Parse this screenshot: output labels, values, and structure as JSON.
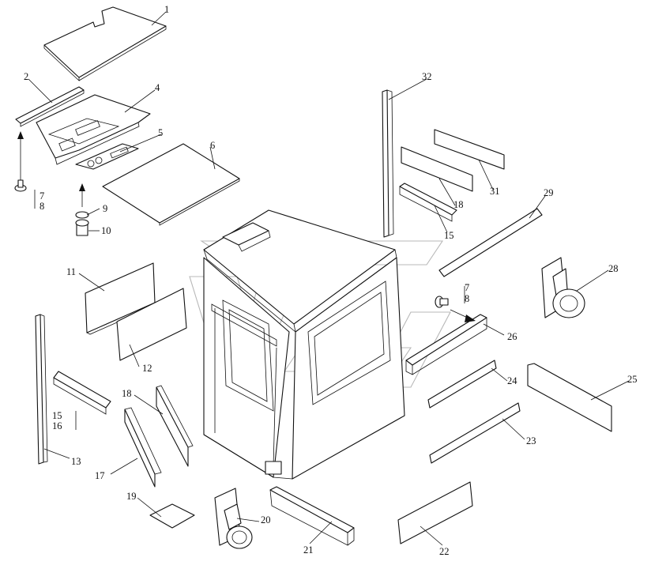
{
  "diagram": {
    "callouts": [
      {
        "id": "c1",
        "text": "1"
      },
      {
        "id": "c2",
        "text": "2"
      },
      {
        "id": "c4",
        "text": "4"
      },
      {
        "id": "c5",
        "text": "5"
      },
      {
        "id": "c6",
        "text": "6"
      },
      {
        "id": "c7a",
        "text": "7"
      },
      {
        "id": "c8a",
        "text": "8"
      },
      {
        "id": "c9",
        "text": "9"
      },
      {
        "id": "c10",
        "text": "10"
      },
      {
        "id": "c11",
        "text": "11"
      },
      {
        "id": "c12",
        "text": "12"
      },
      {
        "id": "c13",
        "text": "13"
      },
      {
        "id": "c15a",
        "text": "15"
      },
      {
        "id": "c16",
        "text": "16"
      },
      {
        "id": "c17",
        "text": "17"
      },
      {
        "id": "c18a",
        "text": "18"
      },
      {
        "id": "c19",
        "text": "19"
      },
      {
        "id": "c20",
        "text": "20"
      },
      {
        "id": "c21",
        "text": "21"
      },
      {
        "id": "c22",
        "text": "22"
      },
      {
        "id": "c23",
        "text": "23"
      },
      {
        "id": "c24",
        "text": "24"
      },
      {
        "id": "c25",
        "text": "25"
      },
      {
        "id": "c26",
        "text": "26"
      },
      {
        "id": "c28",
        "text": "28"
      },
      {
        "id": "c29",
        "text": "29"
      },
      {
        "id": "c31",
        "text": "31"
      },
      {
        "id": "c32",
        "text": "32"
      },
      {
        "id": "c18b",
        "text": "18"
      },
      {
        "id": "c15b",
        "text": "15"
      },
      {
        "id": "c7b",
        "text": "7"
      },
      {
        "id": "c8b",
        "text": "8"
      }
    ]
  }
}
